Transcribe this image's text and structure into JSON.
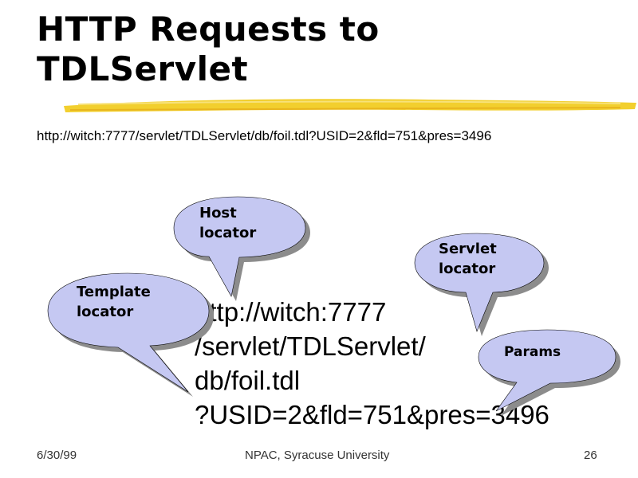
{
  "slide": {
    "title_line1": "HTTP Requests to",
    "title_line2": "TDLServlet",
    "url": "http://witch:7777/servlet/TDLServlet/db/foil.tdl?USID=2&fld=751&pres=3496",
    "big_url": {
      "line1": "http://witch:7777",
      "line2": "/servlet/TDLServlet/",
      "line3": "db/foil.tdl",
      "line4": "?USID=2&fld=751&pres=3496"
    },
    "callouts": {
      "host": {
        "line1": "Host",
        "line2": "locator"
      },
      "servlet": {
        "line1": "Servlet",
        "line2": "locator"
      },
      "template": {
        "line1": "Template",
        "line2": "locator"
      },
      "params": {
        "line1": "Params"
      }
    },
    "footer": {
      "date": "6/30/99",
      "org": "NPAC, Syracuse University",
      "page": "26"
    },
    "colors": {
      "bubble_fill": "#c5c8f2",
      "bubble_shadow": "#8c8c8c",
      "underline": "#f2cf2e"
    }
  }
}
